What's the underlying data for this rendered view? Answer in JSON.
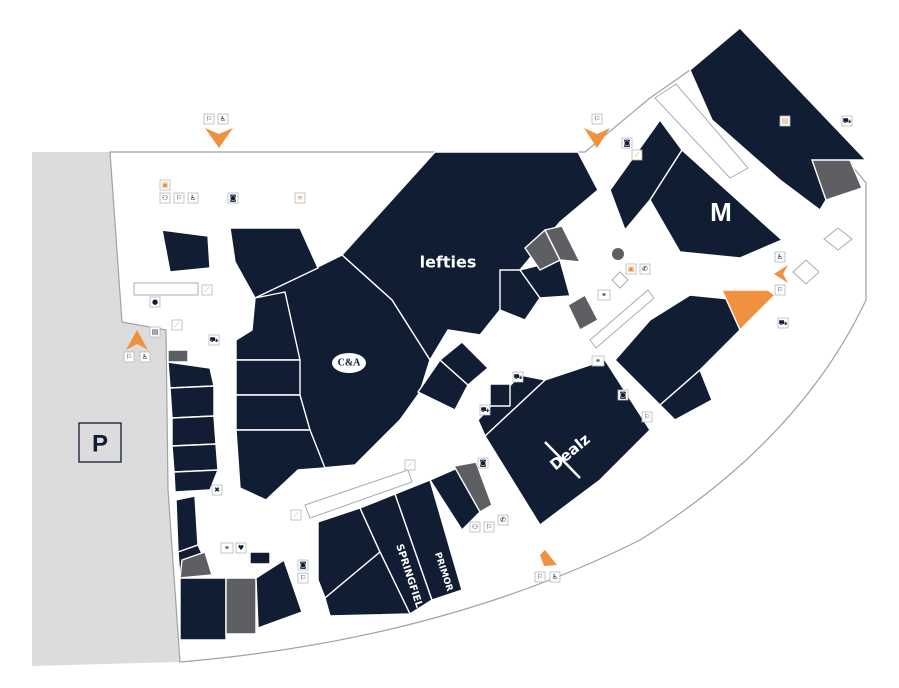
{
  "map": {
    "colors": {
      "store": "#101d33",
      "service_store": "#5d5f63",
      "highlight_store": "#f0913f",
      "parking": "#dcdcdd",
      "walkway": "#ffffff",
      "entrance_arrow": "#f0913f"
    },
    "parking": {
      "label": "P"
    },
    "stores": {
      "lefties": "lefties",
      "ca": "C&A",
      "dealz": "Dealz",
      "springfield": "SPRINGFIELD",
      "primor": "PRIMOR",
      "mcdonalds": "M"
    },
    "entrances": [
      {
        "name": "north-west",
        "icons": [
          "exit-icon",
          "wheelchair-icon"
        ]
      },
      {
        "name": "north-east",
        "icons": [
          "exit-icon"
        ]
      },
      {
        "name": "west",
        "icons": [
          "exit-icon",
          "wheelchair-icon"
        ]
      },
      {
        "name": "east",
        "icons": [
          "wheelchair-icon",
          "exit-icon"
        ]
      },
      {
        "name": "south",
        "icons": [
          "exit-icon",
          "wheelchair-icon"
        ]
      }
    ]
  }
}
